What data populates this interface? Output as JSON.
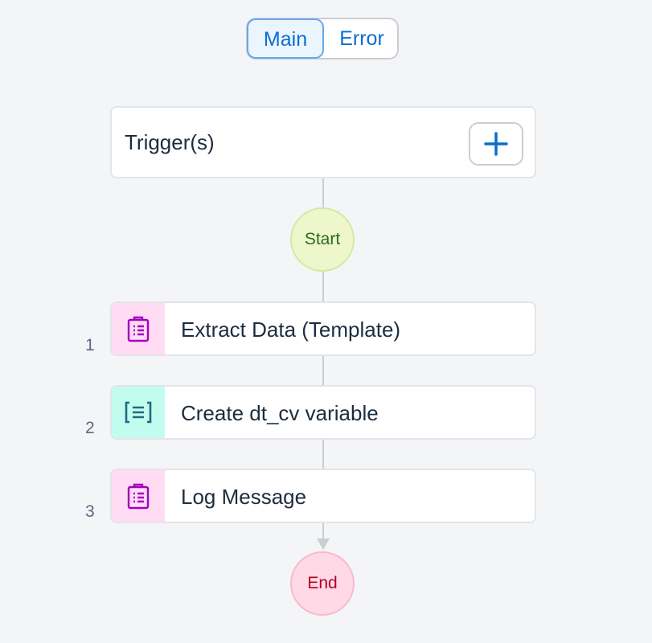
{
  "tabs": {
    "main": "Main",
    "error": "Error"
  },
  "trigger": {
    "label": "Trigger(s)",
    "add_icon": "plus-icon"
  },
  "start_label": "Start",
  "end_label": "End",
  "steps": [
    {
      "number": "1",
      "label": "Extract Data (Template)",
      "icon": "clipboard-list-icon",
      "color": "#ffdcf3"
    },
    {
      "number": "2",
      "label": "Create dt_cv variable",
      "icon": "variable-bracket-icon",
      "color": "#c2fcee"
    },
    {
      "number": "3",
      "label": "Log Message",
      "icon": "clipboard-list-icon",
      "color": "#ffdcf3"
    }
  ]
}
